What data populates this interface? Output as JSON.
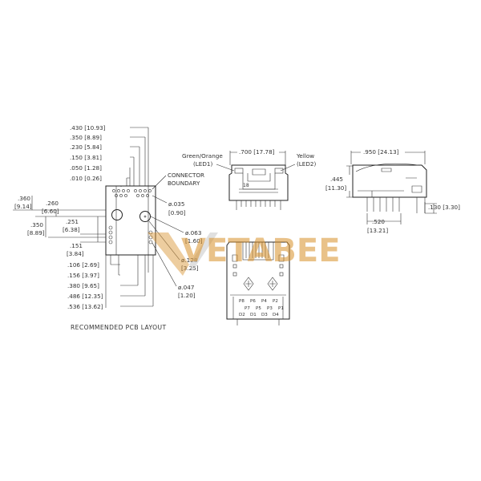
{
  "pcb": {
    "top_dims": [
      ".430 [10.93]",
      ".350 [8.89]",
      ".230 [5.84]",
      ".150 [3.81]",
      ".050 [1.28]",
      ".010 [0.26]"
    ],
    "connector_boundary": [
      "CONNECTOR",
      "BOUNDARY"
    ],
    "left_360": [
      ".360",
      "[9.14]"
    ],
    "left_260": [
      ".260",
      "[6.60]"
    ],
    "left_350": [
      ".350",
      "[8.89]"
    ],
    "left_251": [
      ".251",
      "[6.38]"
    ],
    "left_151": [
      ".151",
      "[3.84]"
    ],
    "hole_035": [
      "ø.035",
      "[0.90]"
    ],
    "hole_063": [
      "ø.063",
      "[1.60]"
    ],
    "hole_128": [
      "ø.128",
      "[3.25]"
    ],
    "hole_047": [
      "ø.047",
      "[1.20]"
    ],
    "bottom_dims": [
      ".106 [2.69]",
      ".156 [3.97]",
      ".380 [9.65]",
      ".486 [12.35]",
      ".536 [13.62]"
    ],
    "caption": "RECOMMENDED PCB LAYOUT"
  },
  "front": {
    "led1": [
      "Green/Orange",
      "(LED1)"
    ],
    "width": ".700 [17.78]",
    "led2": [
      "Yellow",
      "(LED2)"
    ]
  },
  "side": {
    "width": ".950 [24.13]",
    "height": [
      ".445",
      "[11.30]"
    ],
    "pin": ".520",
    "pin_mm": "[13.21]",
    "tail": ".130 [3.30]"
  },
  "bottom": {
    "pin_labels_top": [
      "P8",
      "P6",
      "P4",
      "P2"
    ],
    "pin_labels_mid": [
      "P7",
      "P5",
      "P3",
      "P1"
    ],
    "pin_labels_bot": [
      "D2",
      "D1",
      "D3",
      "D4"
    ]
  },
  "watermark": "VETABEE"
}
